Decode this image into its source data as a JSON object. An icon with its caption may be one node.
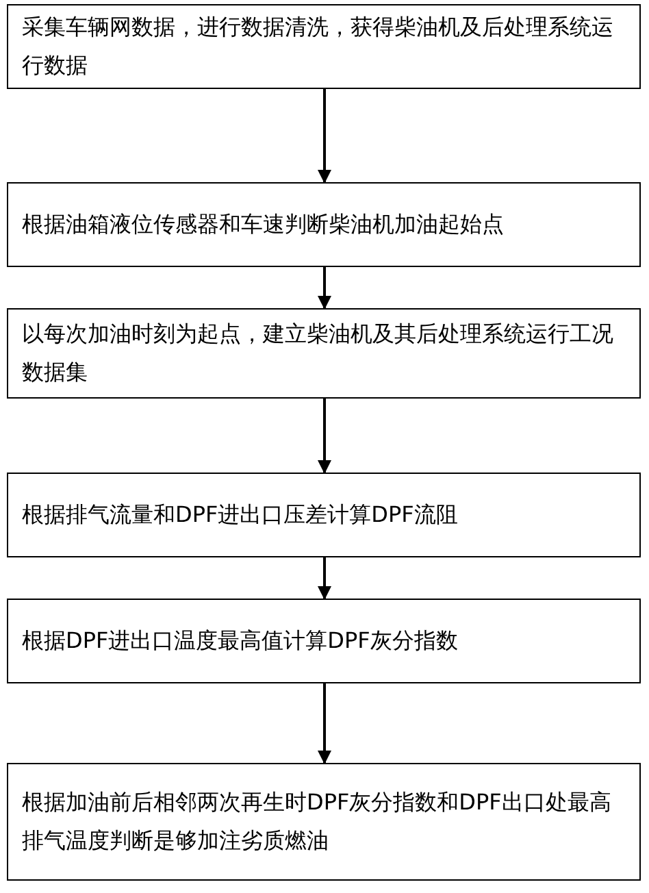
{
  "diagram": {
    "nodes": [
      {
        "text": [
          "采集车辆网数据，进行数据清洗，获得柴油机及后处理系统运行数据"
        ]
      },
      {
        "text": [
          "根据油箱液位传感器和车速判断柴油机加油起始点"
        ]
      },
      {
        "text": [
          "以每次加油时刻为起点，建立柴油机及其后处理系统运行工况数据集"
        ]
      },
      {
        "text": [
          "根据排气流量和DPF进出口压差计算DPF流阻"
        ]
      },
      {
        "text": [
          "根据DPF进出口温度最高值计算DPF灰分指数"
        ]
      },
      {
        "text": [
          "根据加油前后相邻两次再生时DPF灰分指数和DPF出口处最高排气温度判断是够加注劣质燃油"
        ]
      }
    ],
    "edges": [
      {
        "from": 0,
        "to": 1,
        "arrow": "to"
      },
      {
        "from": 1,
        "to": 2,
        "arrow": "to"
      },
      {
        "from": 2,
        "to": 3,
        "arrow": "to"
      },
      {
        "from": 3,
        "to": 4,
        "arrow": "to"
      },
      {
        "from": 4,
        "to": 5,
        "arrow": "to"
      }
    ]
  }
}
